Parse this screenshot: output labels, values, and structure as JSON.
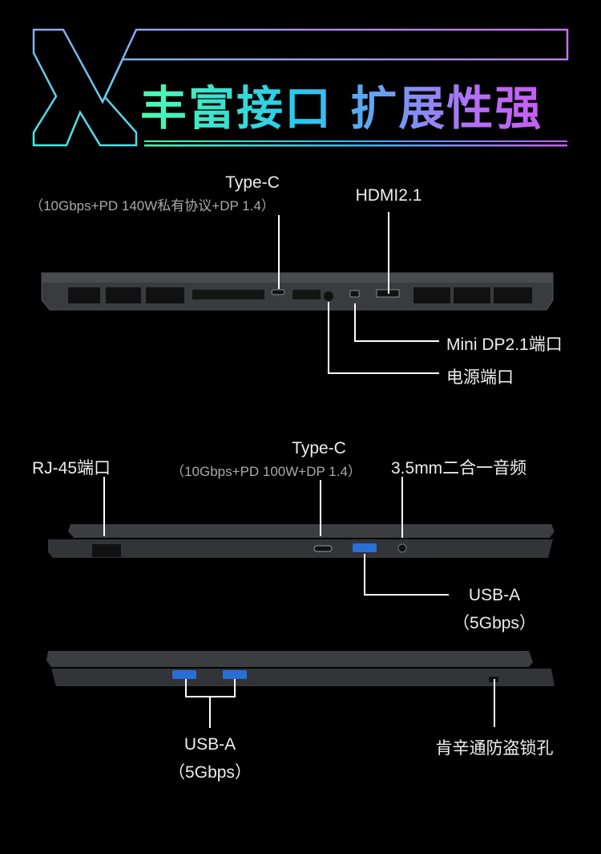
{
  "header": {
    "title": "丰富接口 扩展性强"
  },
  "rear": {
    "typec_label": "Type-C",
    "typec_spec": "（10Gbps+PD 140W私有协议+DP 1.4）",
    "hdmi_label": "HDMI2.1",
    "minidp_label": "Mini DP2.1端口",
    "power_label": "电源端口"
  },
  "left": {
    "rj45_label": "RJ-45端口",
    "typec_label": "Type-C",
    "typec_spec": "（10Gbps+PD 100W+DP 1.4）",
    "audio_label": "3.5mm二合一音频",
    "usba_label": "USB-A",
    "usba_spec": "（5Gbps）"
  },
  "right": {
    "usba_label": "USB-A",
    "usba_spec": "（5Gbps）",
    "lock_label": "肯辛通防盗锁孔"
  }
}
